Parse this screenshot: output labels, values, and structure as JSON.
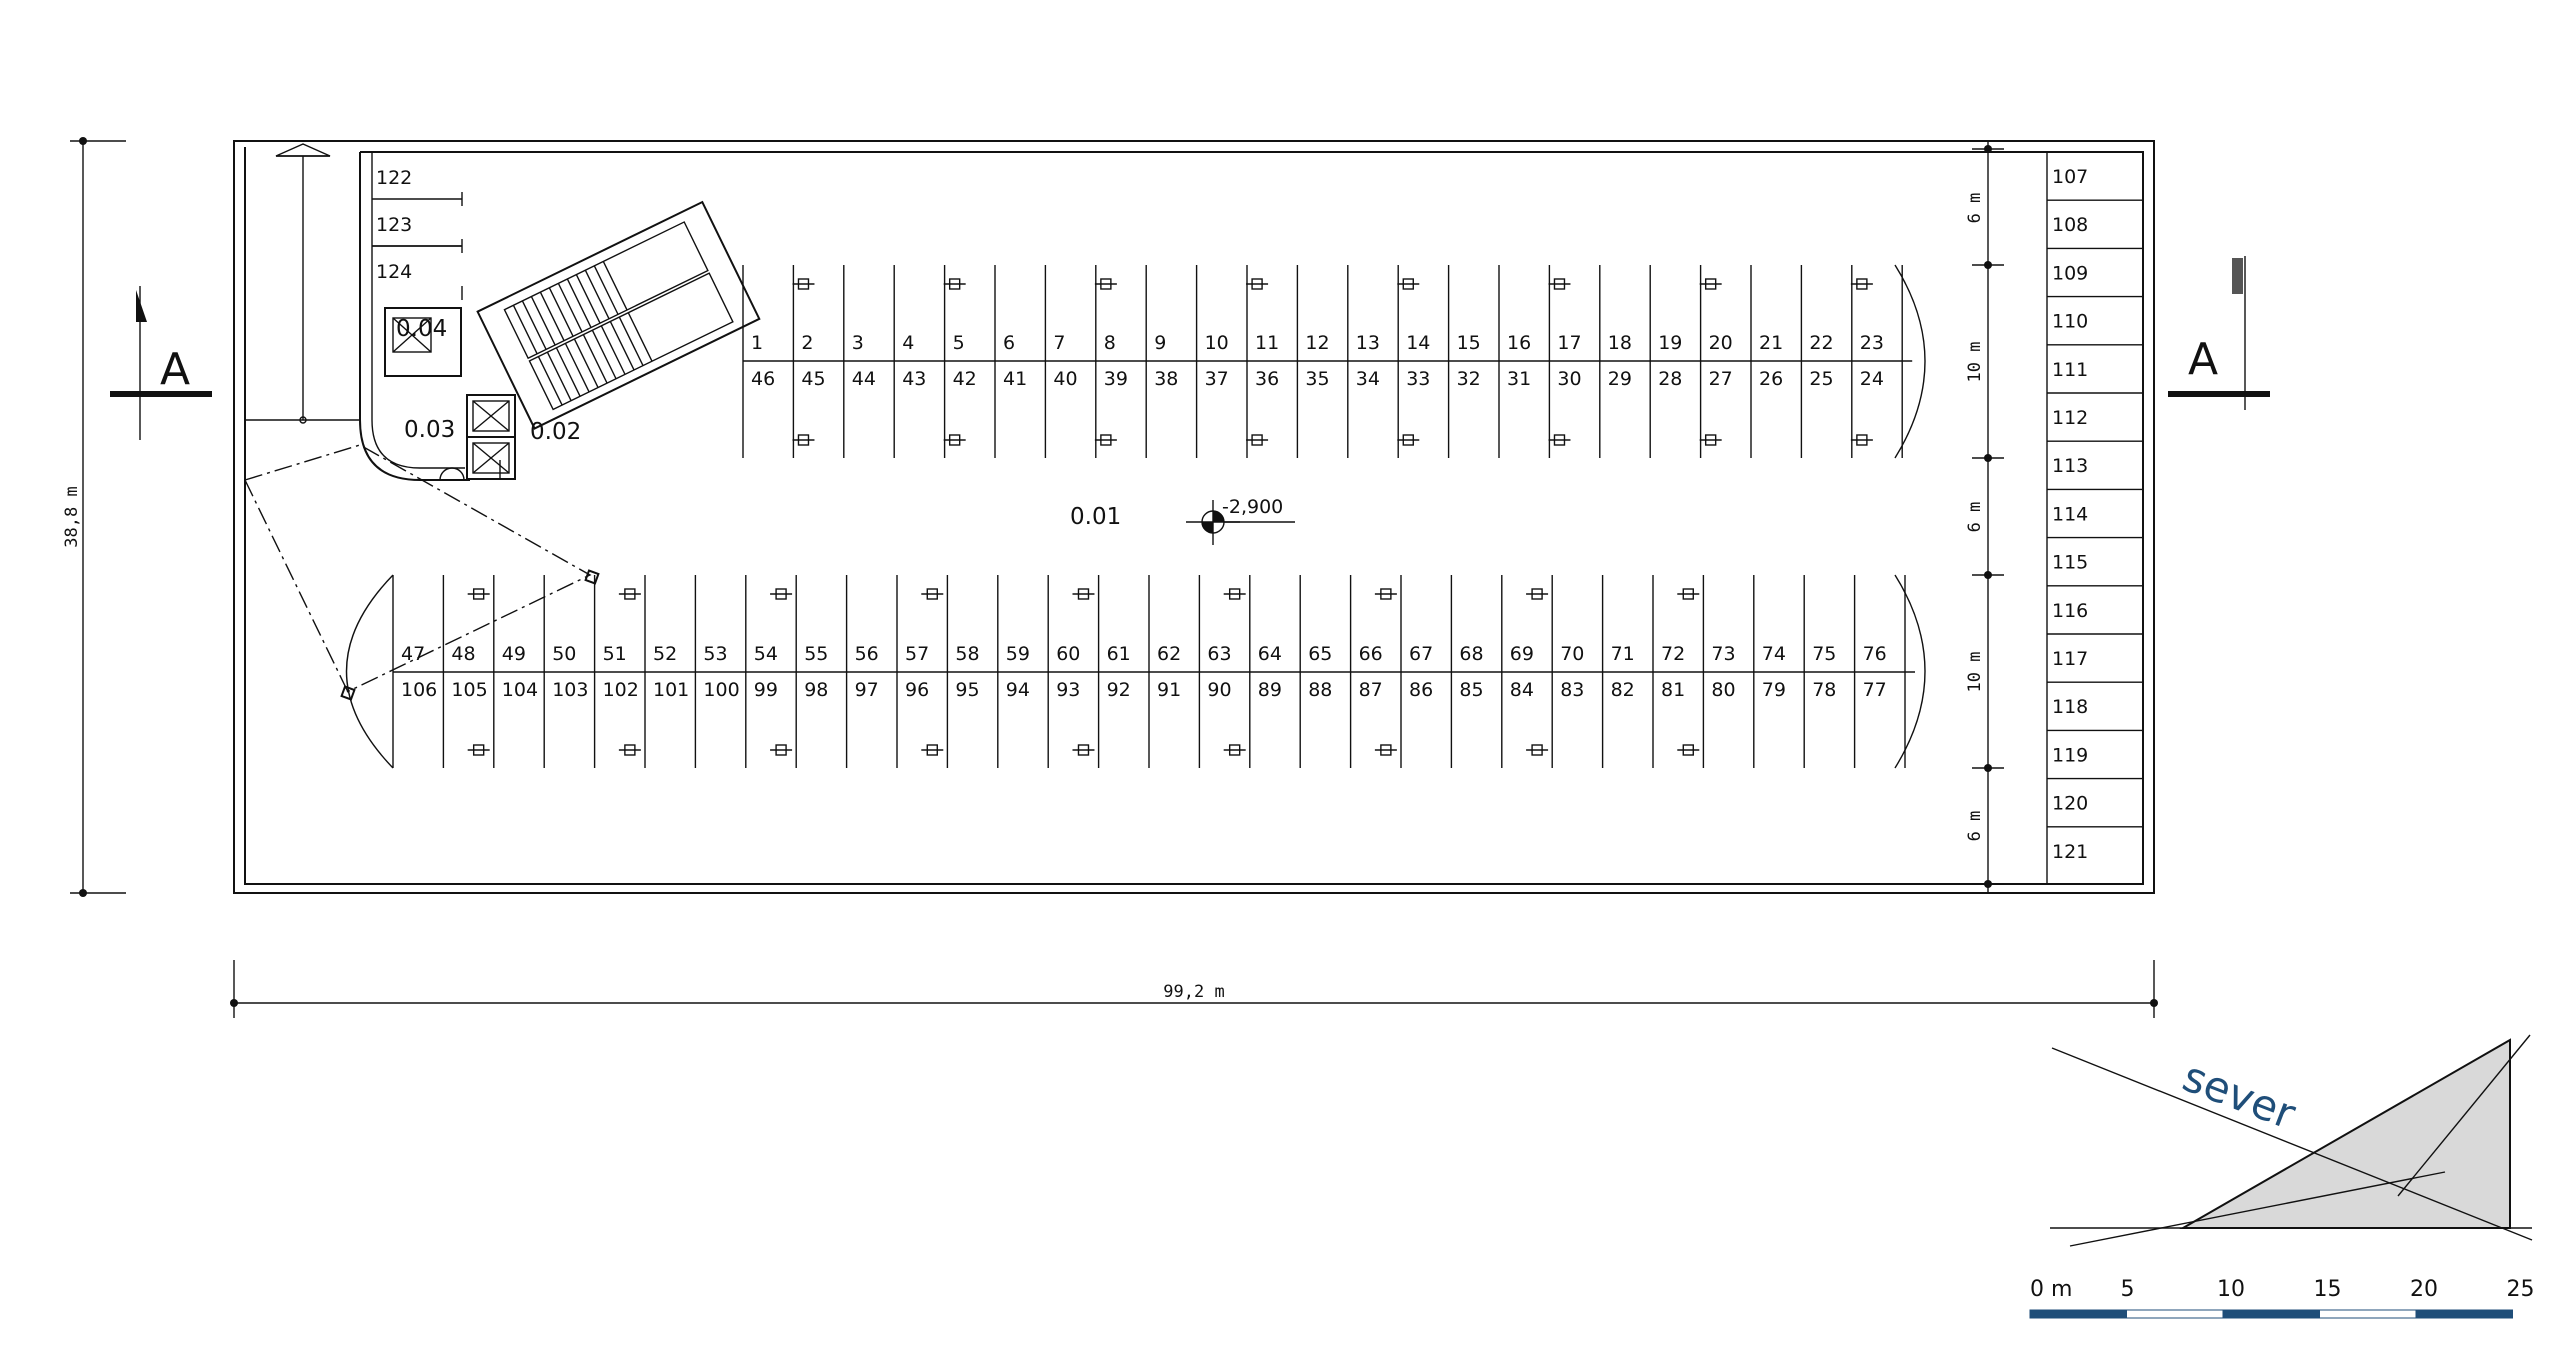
{
  "dims": {
    "width": "99,2 m",
    "height": "38,8 m",
    "aisle": "6 m",
    "row": "10 m"
  },
  "level": "-2,900",
  "rooms": {
    "main": "0.01",
    "stair": "0.02",
    "lobby": "0.03",
    "shaft": "0.04"
  },
  "section_label": "A",
  "north_label": "sever",
  "scale_labels": [
    "0 m",
    "5",
    "10",
    "15",
    "20",
    "25"
  ],
  "spaces": {
    "row1_top": [
      "1",
      "2",
      "3",
      "4",
      "5",
      "6",
      "7",
      "8",
      "9",
      "10",
      "11",
      "12",
      "13",
      "14",
      "15",
      "16",
      "17",
      "18",
      "19",
      "20",
      "21",
      "22",
      "23"
    ],
    "row1_bottom": [
      "46",
      "45",
      "44",
      "43",
      "42",
      "41",
      "40",
      "39",
      "38",
      "37",
      "36",
      "35",
      "34",
      "33",
      "32",
      "31",
      "30",
      "29",
      "28",
      "27",
      "26",
      "25",
      "24"
    ],
    "row2_top": [
      "47",
      "48",
      "49",
      "50",
      "51",
      "52",
      "53",
      "54",
      "55",
      "56",
      "57",
      "58",
      "59",
      "60",
      "61",
      "62",
      "63",
      "64",
      "65",
      "66",
      "67",
      "68",
      "69",
      "70",
      "71",
      "72",
      "73",
      "74",
      "75",
      "76"
    ],
    "row2_bottom": [
      "106",
      "105",
      "104",
      "103",
      "102",
      "101",
      "100",
      "99",
      "98",
      "97",
      "96",
      "95",
      "94",
      "93",
      "92",
      "91",
      "90",
      "89",
      "88",
      "87",
      "86",
      "85",
      "84",
      "83",
      "82",
      "81",
      "80",
      "79",
      "78",
      "77"
    ],
    "right": [
      "107",
      "108",
      "109",
      "110",
      "111",
      "112",
      "113",
      "114",
      "115",
      "116",
      "117",
      "118",
      "119",
      "120",
      "121"
    ],
    "left": [
      "122",
      "123",
      "124"
    ]
  },
  "colors": {
    "line": "#111111",
    "north": "#1f4e79",
    "scale_bar": "#1f4e79",
    "triangle_fill": "#d9d9d9"
  }
}
